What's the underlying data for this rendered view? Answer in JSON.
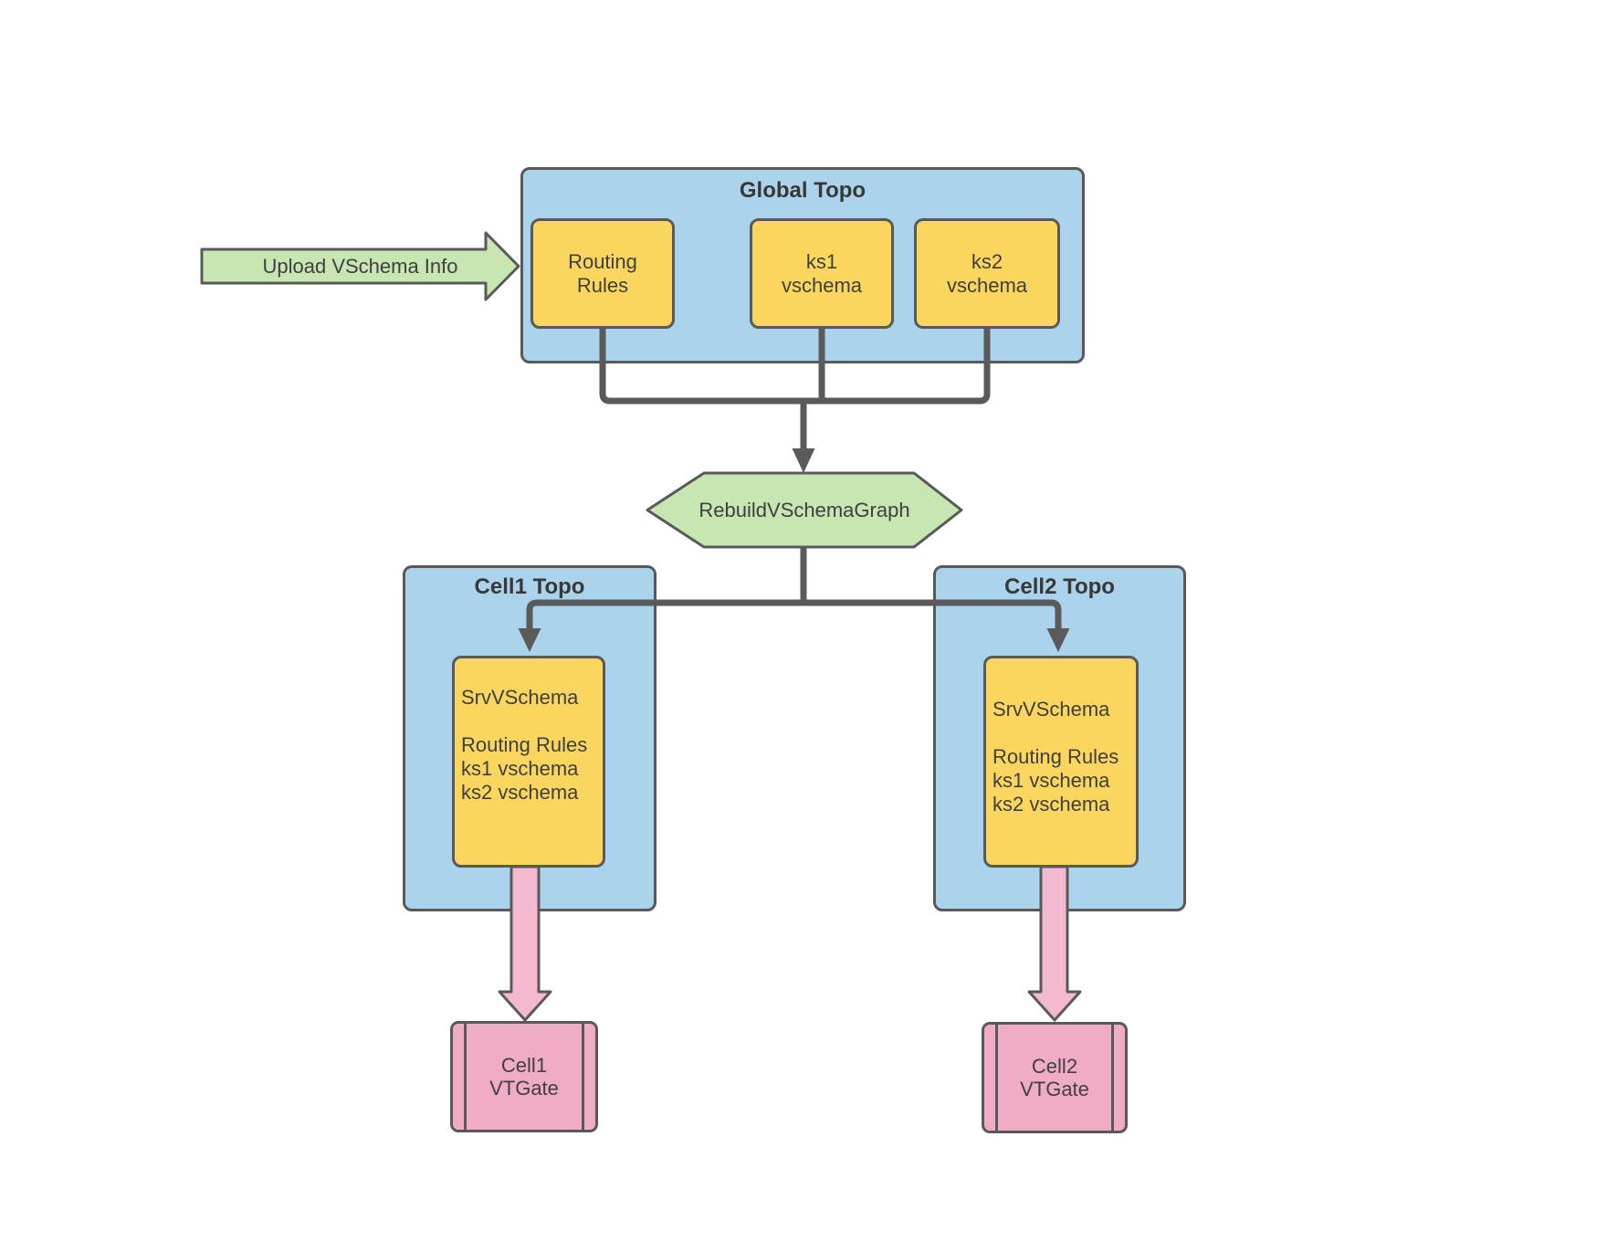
{
  "diagram": {
    "upload_arrow": {
      "label": "Upload VSchema Info"
    },
    "global_topo": {
      "title": "Global Topo",
      "routing_rules": {
        "lines": [
          "Routing",
          "Rules"
        ]
      },
      "ks1": {
        "lines": [
          "ks1",
          "vschema"
        ]
      },
      "ks2": {
        "lines": [
          "ks2",
          "vschema"
        ]
      }
    },
    "rebuild": {
      "label": "RebuildVSchemaGraph"
    },
    "cell1": {
      "title": "Cell1 Topo",
      "srvvschema": {
        "lines": [
          "SrvVSchema",
          "",
          "Routing Rules",
          "ks1 vschema",
          "ks2 vschema"
        ]
      },
      "vtgate": {
        "lines": [
          "Cell1",
          "VTGate"
        ]
      }
    },
    "cell2": {
      "title": "Cell2 Topo",
      "srvvschema": {
        "lines": [
          "SrvVSchema",
          "",
          "Routing Rules",
          "ks1 vschema",
          "ks2 vschema"
        ]
      },
      "vtgate": {
        "lines": [
          "Cell2",
          "VTGate"
        ]
      }
    },
    "colors": {
      "container_fill": "#abd3ec",
      "node_fill": "#fbd65f",
      "process_fill": "#c8e6b2",
      "vtgate_fill": "#f0acc6",
      "flow_arrow_fill": "#f3b9d0",
      "stroke": "#595959",
      "connector": "#5a5a5a",
      "text": "#3f3f3f"
    }
  }
}
